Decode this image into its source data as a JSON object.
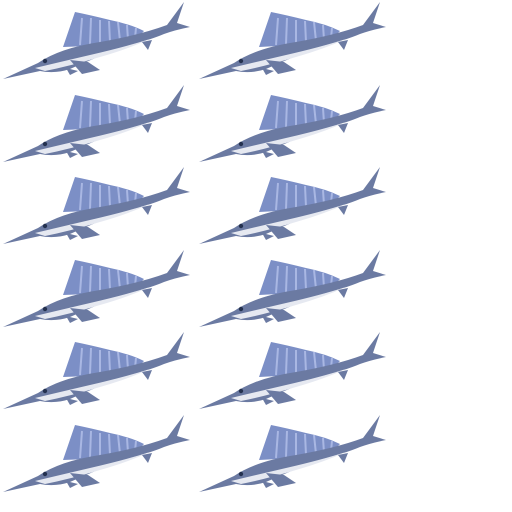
{
  "scene": {
    "subject": "marlin-icon",
    "rows": 6,
    "columns": 2,
    "count": 12,
    "background_color": "#ffffff",
    "colors": {
      "body": "#6b7aa2",
      "belly": "#e6e9f1",
      "dorsal_fin": "#7c8fc6",
      "fin_stripes": "#a9b7e3",
      "eye": "#24314f"
    }
  }
}
